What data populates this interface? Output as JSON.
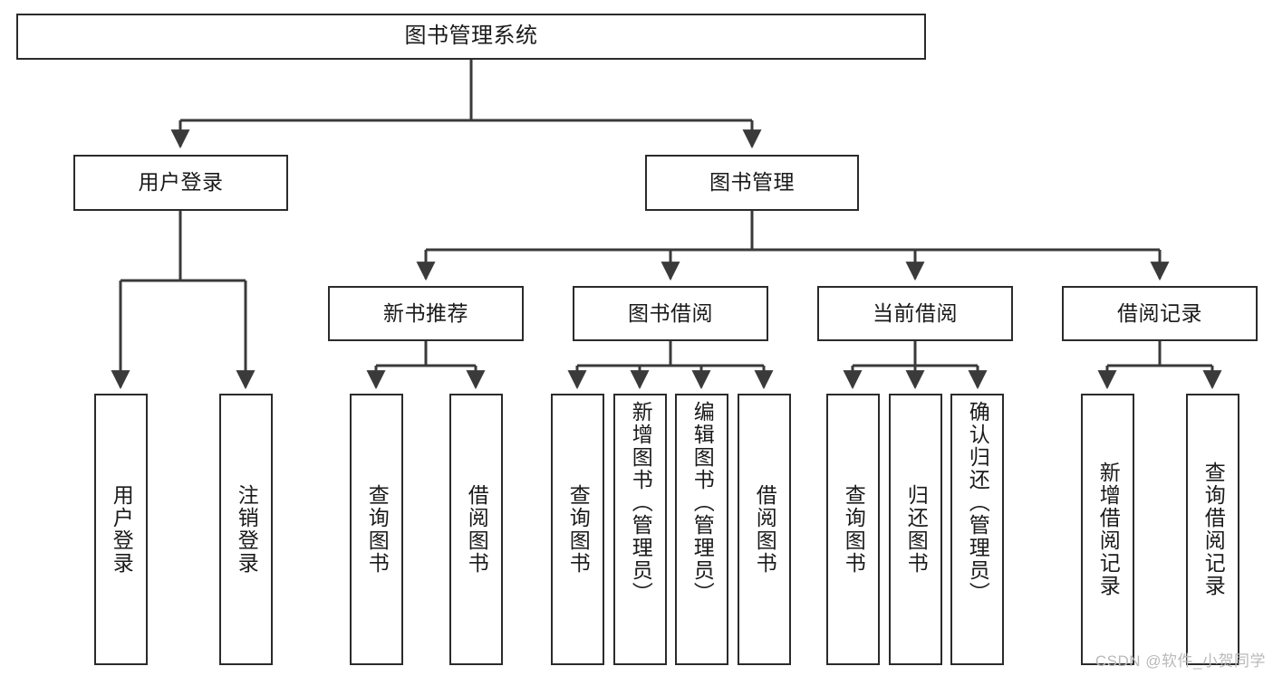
{
  "diagram": {
    "type": "tree",
    "title": "图书管理系统",
    "orientation": "top-down",
    "colors": {
      "box_border": "#2b2b2b",
      "box_fill": "#ffffff",
      "edge": "#3a3a3a",
      "text": "#1a1a1a",
      "watermark": "#b9b9b9"
    },
    "root": {
      "label": "图书管理系统"
    },
    "level2": [
      {
        "label": "用户登录"
      },
      {
        "label": "图书管理"
      }
    ],
    "level3": [
      {
        "label": "新书推荐"
      },
      {
        "label": "图书借阅"
      },
      {
        "label": "当前借阅"
      },
      {
        "label": "借阅记录"
      }
    ],
    "leaves": {
      "user_login": [
        {
          "label": "用户登录"
        },
        {
          "label": "注销登录"
        }
      ],
      "new_book_recommend": [
        {
          "label": "查询图书"
        },
        {
          "label": "借阅图书"
        }
      ],
      "book_borrow": [
        {
          "label": "查询图书"
        },
        {
          "label": "新增图书（管理员）"
        },
        {
          "label": "编辑图书（管理员）"
        },
        {
          "label": "借阅图书"
        }
      ],
      "current_borrow": [
        {
          "label": "查询图书"
        },
        {
          "label": "归还图书"
        },
        {
          "label": "确认归还（管理员）"
        }
      ],
      "borrow_record": [
        {
          "label": "新增借阅记录"
        },
        {
          "label": "查询借阅记录"
        }
      ]
    }
  },
  "watermark": {
    "text": "CSDN @软件_小贺同学"
  }
}
